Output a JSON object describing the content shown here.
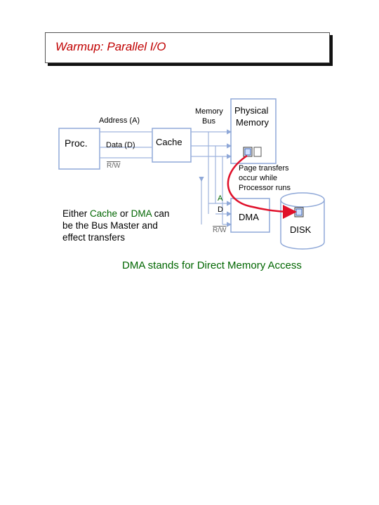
{
  "slide": {
    "title": "Warmup: Parallel I/O"
  },
  "diagram": {
    "proc_label": "Proc.",
    "address_label": "Address (A)",
    "data_label": "Data (D)",
    "rw_label_left": "R/W",
    "cache_label": "Cache",
    "memory_bus_label_line1": "Memory",
    "memory_bus_label_line2": "Bus",
    "physical_memory_line1": "Physical",
    "physical_memory_line2": "Memory",
    "page_transfer_line1": "Page transfers",
    "page_transfer_line2": "occur while",
    "page_transfer_line3": "Processor runs",
    "a_label": "A",
    "d_label": "D",
    "rw_label_right": "R/W",
    "dma_label": "DMA",
    "disk_label": "DISK"
  },
  "notes": {
    "line1_prefix": "Either ",
    "line1_cache": "Cache",
    "line1_or": " or ",
    "line1_dma": "DMA",
    "line1_suffix": " can",
    "line2": "be the Bus Master and",
    "line3": "effect transfers",
    "footer": "DMA stands for Direct Memory Access"
  },
  "colors": {
    "title": "#c00000",
    "accent_green": "#006600",
    "arrow_red": "#e0102a",
    "box_border": "#8fa8d8",
    "bus_line": "#9fb4dd"
  }
}
